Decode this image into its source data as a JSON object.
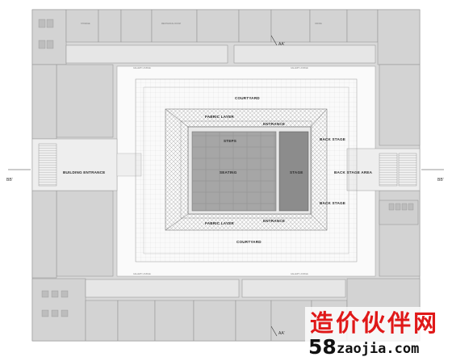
{
  "labels": {
    "section_top": "AA'",
    "section_bottom": "AA'",
    "section_left": "BB'",
    "section_right": "BB'",
    "courtyard_top": "COURTYARD",
    "courtyard_bottom": "COURTYARD",
    "fabric_layer_top": "FABRIC LAYER",
    "fabric_layer_bottom": "FABRIC LAYER",
    "entrance_top": "ENTRANCE",
    "entrance_bottom": "ENTRANCE",
    "steps": "STEPS",
    "seating": "SEATING",
    "stage": "STAGE",
    "back_stage_top": "BACK STAGE",
    "back_stage_bottom": "BACK STAGE",
    "back_stage_area": "BACK STAGE AREA",
    "building_entrance": "BUILDING ENTRANCE"
  },
  "watermark": {
    "chinese": "造价伙伴网",
    "number": "58",
    "domain": "zaojia.com"
  },
  "colors": {
    "building": "#d9d9d9",
    "corridor": "#eeeeee",
    "courtyard": "#f7f7f7",
    "seating": "#a6a6a6",
    "stage": "#8c8c8c",
    "watermark_red": "#e01818"
  }
}
